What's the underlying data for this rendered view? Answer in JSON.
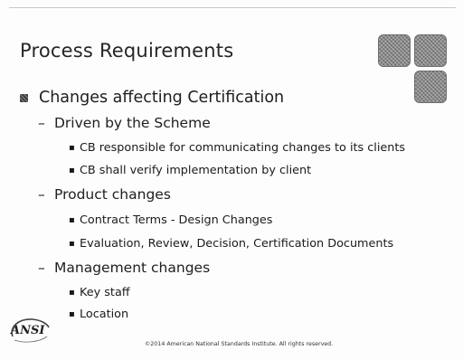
{
  "slide": {
    "title": "Process Requirements",
    "main_bullet": "Changes affecting Certification",
    "groups": [
      {
        "heading": "Driven by the Scheme",
        "items": [
          "CB responsible for communicating changes to its clients",
          "CB shall verify implementation by client"
        ]
      },
      {
        "heading": "Product changes",
        "items": [
          "Contract Terms - Design Changes",
          "Evaluation, Review, Decision, Certification Documents"
        ]
      },
      {
        "heading": "Management changes",
        "items": [
          "Key staff",
          "Location"
        ]
      }
    ],
    "logo_text": "ANSI",
    "footer": "©2014 American National Standards Institute. All rights reserved."
  }
}
